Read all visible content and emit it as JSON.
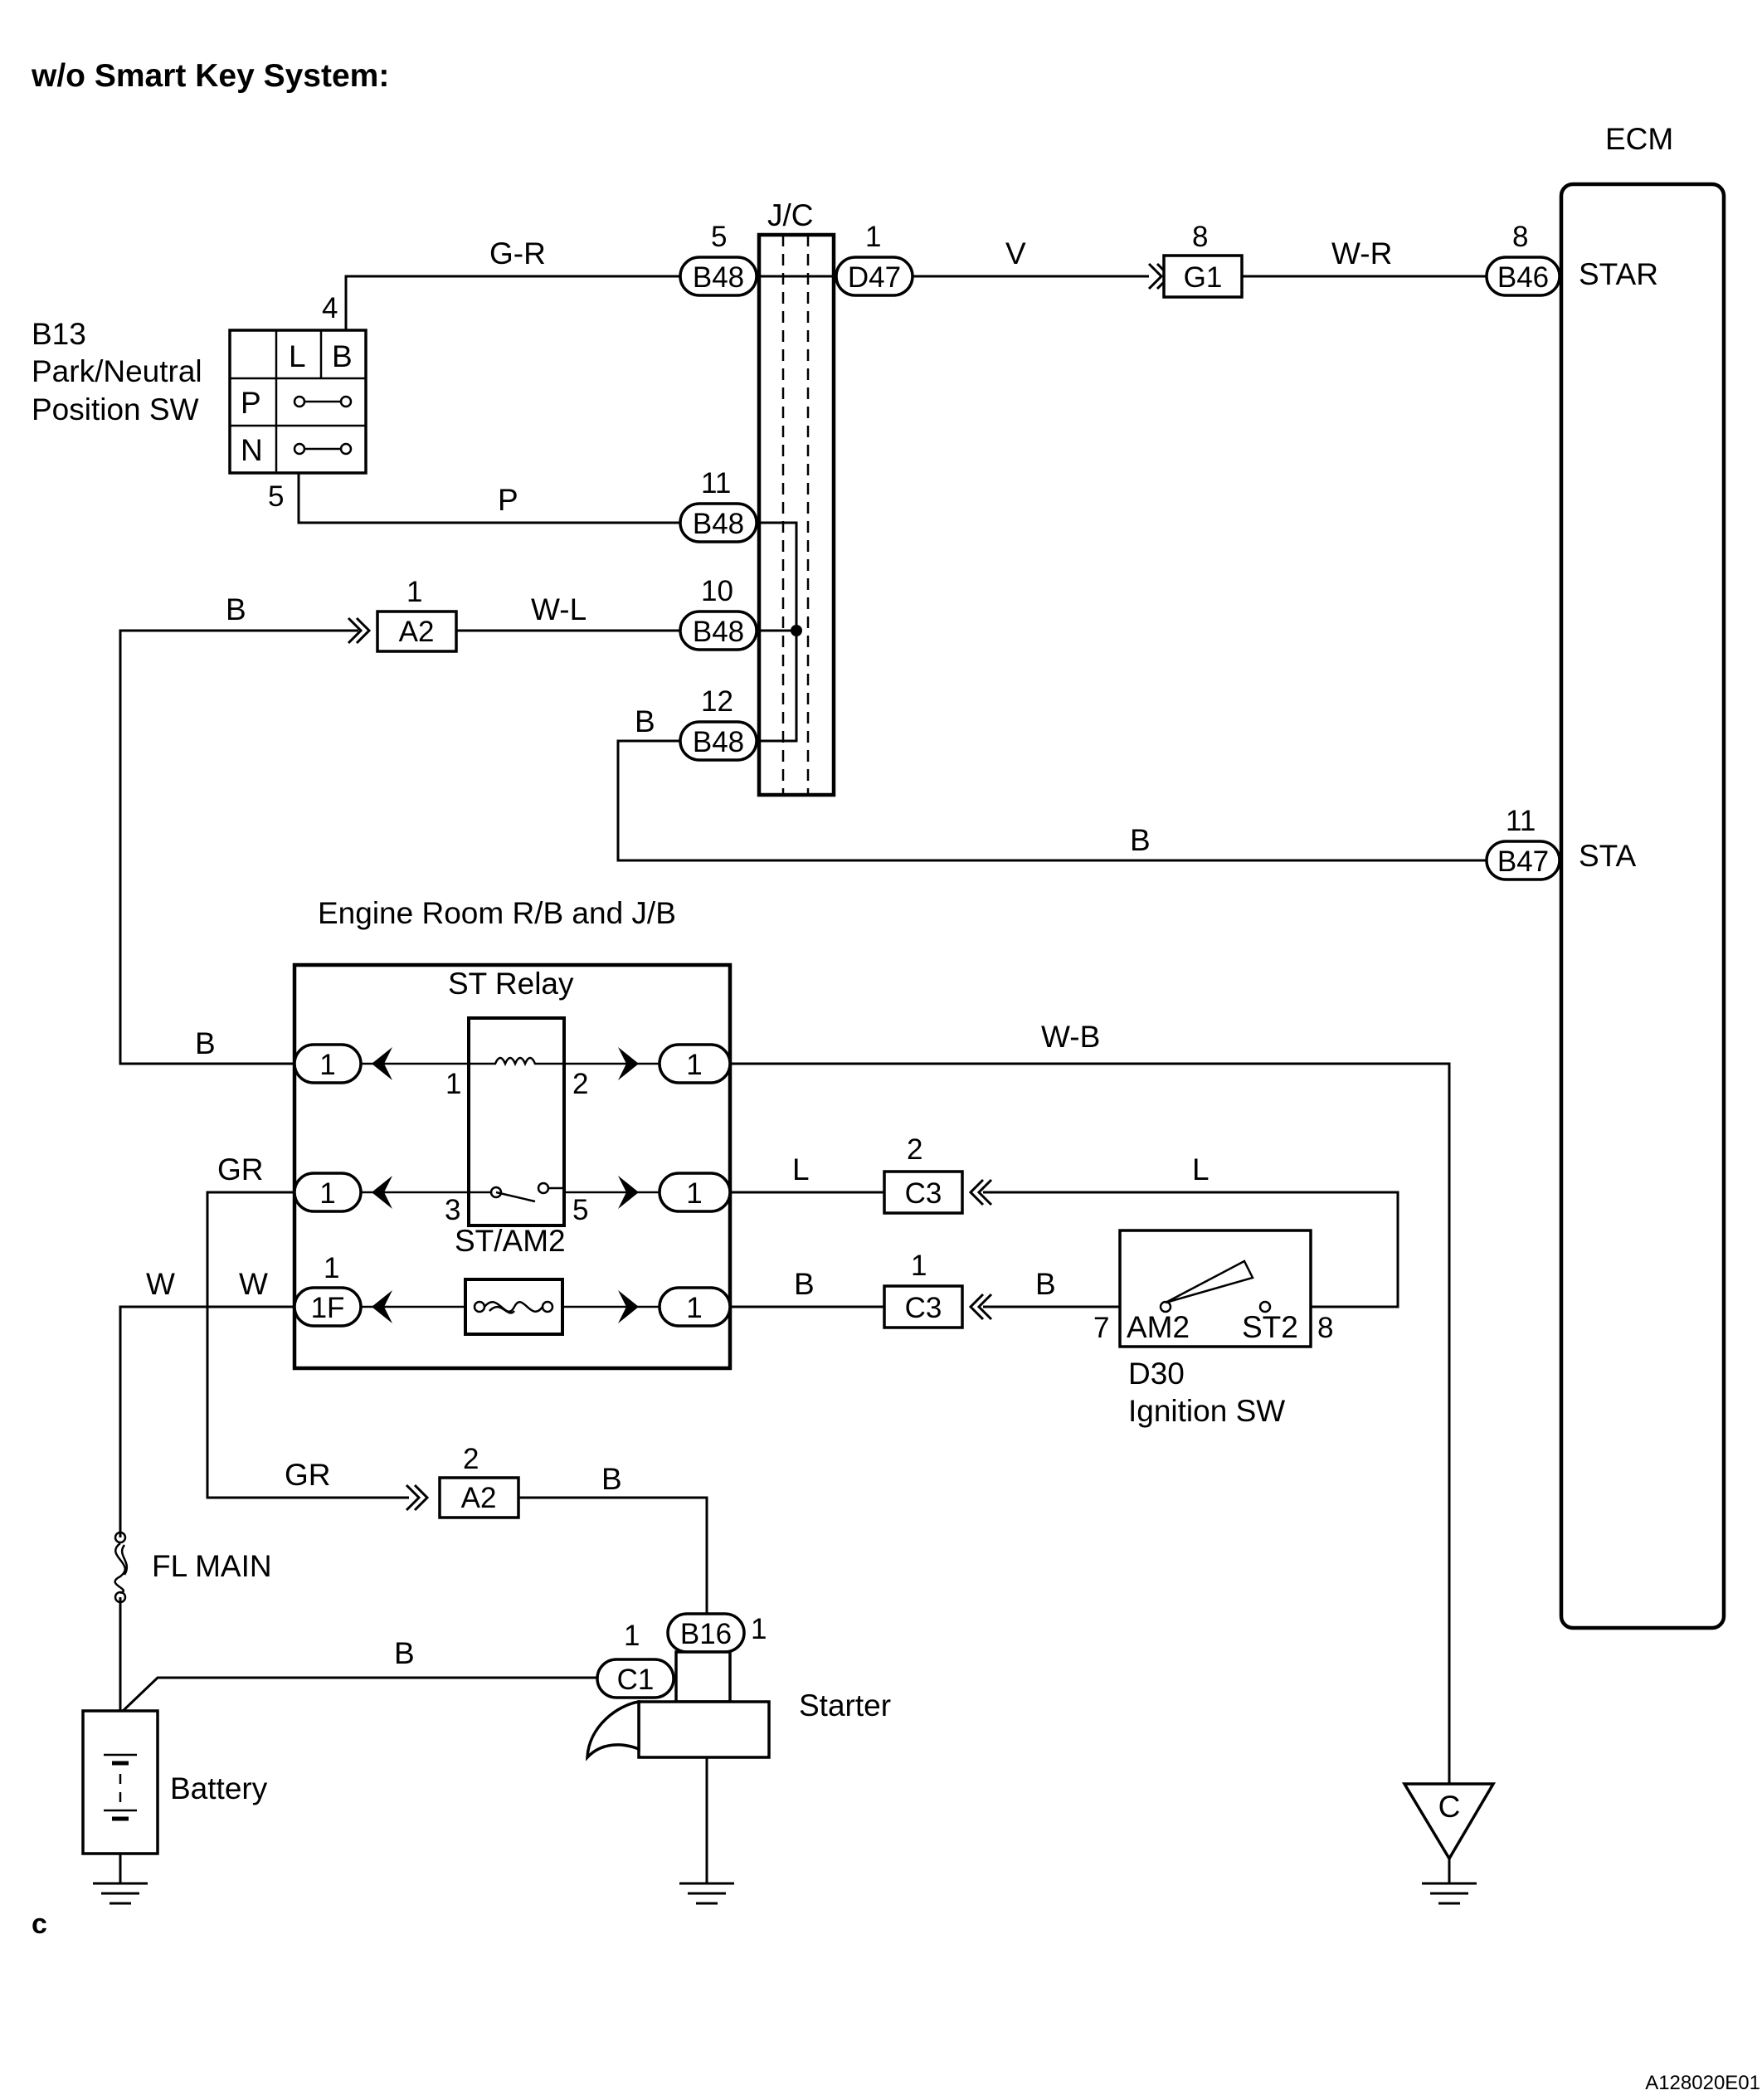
{
  "header": {
    "title": "w/o Smart Key System:"
  },
  "footer": {
    "figure_id": "A128020E01",
    "corner_mark": "c"
  },
  "ecm": {
    "label": "ECM",
    "star": "STAR",
    "sta": "STA"
  },
  "jc": {
    "label": "J/C"
  },
  "park_neutral_sw": {
    "code": "B13",
    "name_line1": "Park/Neutral",
    "name_line2": "Position SW",
    "col_l": "L",
    "col_b": "B",
    "row_p": "P",
    "row_n": "N",
    "pin_top": "4",
    "pin_bottom": "5"
  },
  "engine_room": {
    "label": "Engine Room R/B and J/B",
    "st_relay": "ST Relay",
    "fuse": "ST/AM2",
    "relay_pin1": "1",
    "relay_pin2": "2",
    "relay_pin3": "3",
    "relay_pin5": "5",
    "fuse_pin": "1"
  },
  "ignition_sw": {
    "code": "D30",
    "name": "Ignition SW",
    "am2": "AM2",
    "st2": "ST2",
    "pin7": "7",
    "pin8": "8"
  },
  "starter": {
    "label": "Starter"
  },
  "battery": {
    "label": "Battery"
  },
  "fl_main": {
    "label": "FL MAIN"
  },
  "ground_c": {
    "label": "C"
  },
  "connectors": {
    "b48_5": "B48",
    "b48_11": "B48",
    "b48_10": "B48",
    "b48_12": "B48",
    "d47": "D47",
    "g1": "G1",
    "b46": "B46",
    "b47": "B47",
    "a2_1": "A2",
    "a2_2": "A2",
    "c3_2": "C3",
    "c3_1": "C3",
    "b16": "B16",
    "c1": "C1",
    "er_1a": "1",
    "er_1b": "1",
    "er_1f": "1F",
    "er_r1": "1",
    "er_r2": "1",
    "er_r3": "1"
  },
  "pins": {
    "b48_5": "5",
    "d47": "1",
    "g1": "8",
    "b46": "8",
    "b48_11": "11",
    "b48_10": "10",
    "a2_1": "1",
    "b48_12": "12",
    "b47": "11",
    "c3_2": "2",
    "c3_1": "1",
    "a2_2": "2",
    "b16": "1",
    "c1": "1"
  },
  "wires": {
    "g_r": "G-R",
    "v": "V",
    "w_r": "W-R",
    "p": "P",
    "b_a2": "B",
    "w_l": "W-L",
    "b_b48_12": "B",
    "b_sta": "B",
    "b_relay": "B",
    "w_b": "W-B",
    "gr_top": "GR",
    "l_c3": "L",
    "l_ign": "L",
    "w_left": "W",
    "w_right": "W",
    "b_c3": "B",
    "b_ign": "B",
    "gr_a2": "GR",
    "b_a2_starter": "B",
    "b_c1": "B"
  }
}
